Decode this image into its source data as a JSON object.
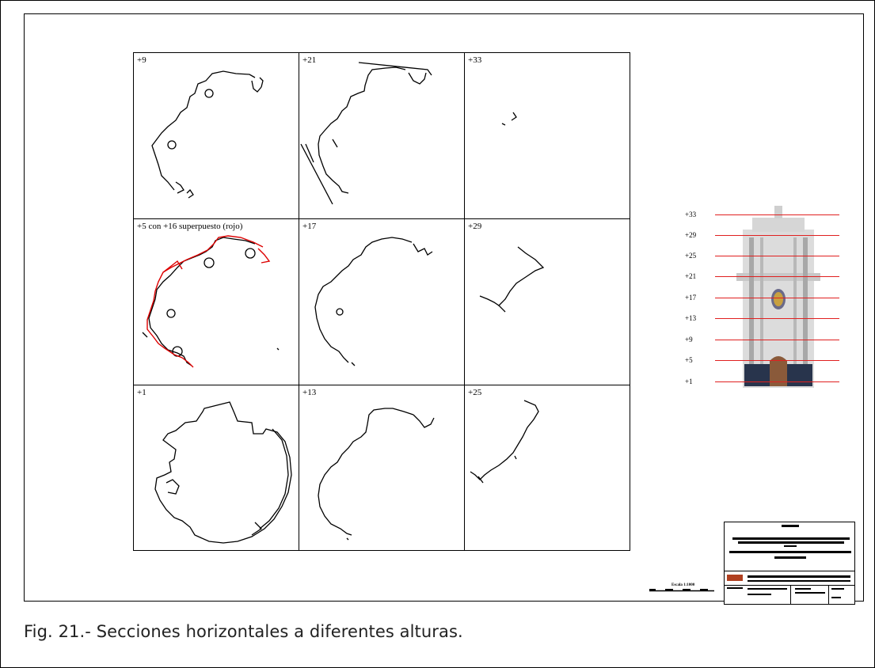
{
  "figure": {
    "caption": "Fig. 21.- Secciones horizontales a diferentes alturas."
  },
  "grid": {
    "cells": [
      {
        "label": "+9"
      },
      {
        "label": "+21"
      },
      {
        "label": "+33"
      },
      {
        "label": "+5 con +16 superpuesto (rojo)"
      },
      {
        "label": "+17"
      },
      {
        "label": "+29"
      },
      {
        "label": "+1"
      },
      {
        "label": "+13"
      },
      {
        "label": "+25"
      }
    ]
  },
  "elevation": {
    "levels": [
      "+33",
      "+29",
      "+25",
      "+21",
      "+17",
      "+13",
      "+9",
      "+5",
      "+1"
    ],
    "line_color": "#e02020"
  },
  "scale": {
    "label": "Escala 1:1000"
  },
  "colors": {
    "overlay_red": "#dd0000",
    "line_black": "#000000"
  }
}
